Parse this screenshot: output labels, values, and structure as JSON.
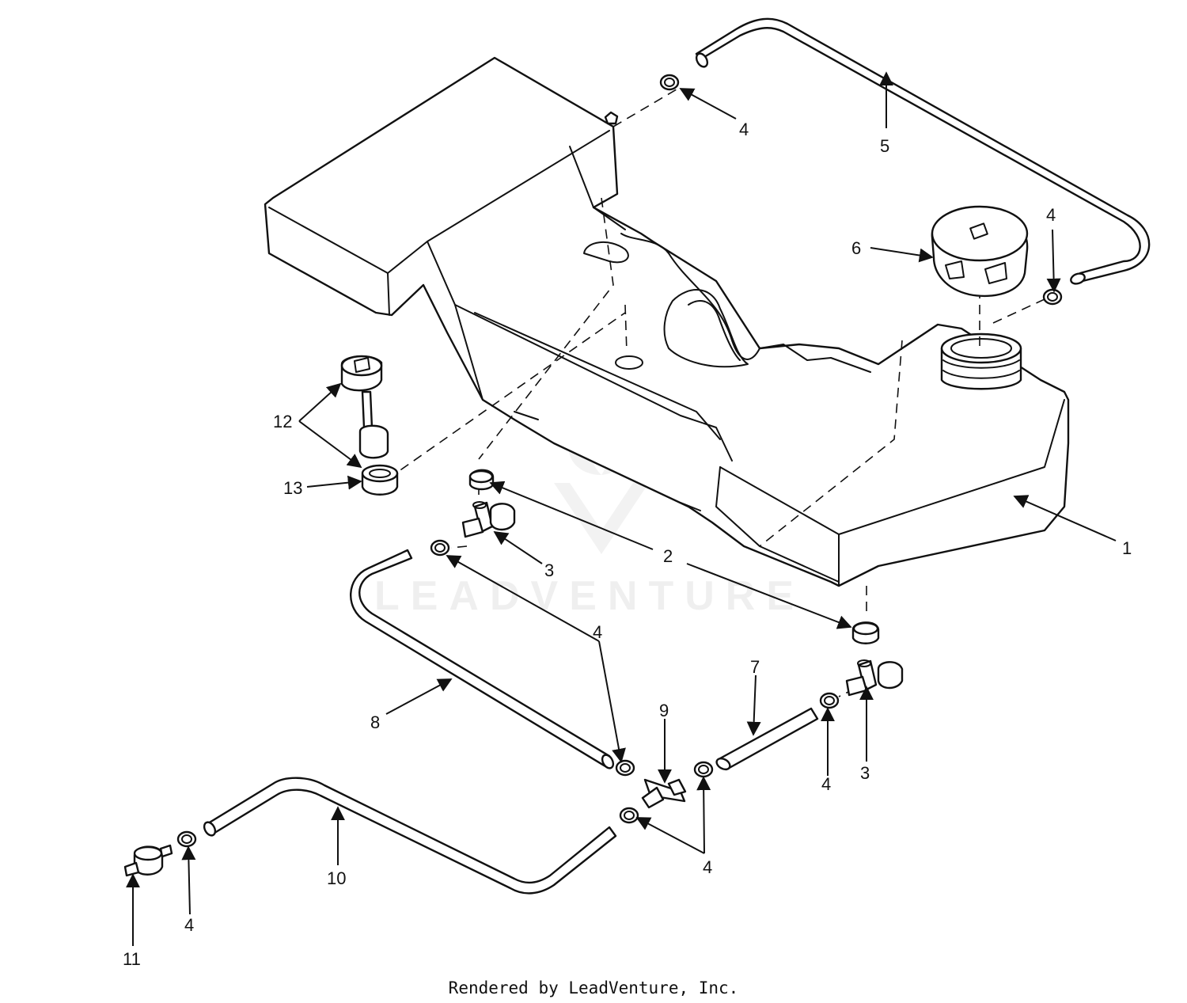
{
  "watermark": {
    "brand": "LEADVENTURE"
  },
  "callouts": [
    {
      "id": "1",
      "text": "1"
    },
    {
      "id": "2",
      "text": "2"
    },
    {
      "id": "3a",
      "text": "3"
    },
    {
      "id": "3b",
      "text": "3"
    },
    {
      "id": "4a",
      "text": "4"
    },
    {
      "id": "4b",
      "text": "4"
    },
    {
      "id": "4c",
      "text": "4"
    },
    {
      "id": "4d",
      "text": "4"
    },
    {
      "id": "4e",
      "text": "4"
    },
    {
      "id": "4f",
      "text": "4"
    },
    {
      "id": "5",
      "text": "5"
    },
    {
      "id": "6",
      "text": "6"
    },
    {
      "id": "7",
      "text": "7"
    },
    {
      "id": "8",
      "text": "8"
    },
    {
      "id": "9",
      "text": "9"
    },
    {
      "id": "10",
      "text": "10"
    },
    {
      "id": "11",
      "text": "11"
    },
    {
      "id": "12",
      "text": "12"
    },
    {
      "id": "13",
      "text": "13"
    }
  ],
  "footer": {
    "credit": "Rendered by LeadVenture, Inc."
  }
}
